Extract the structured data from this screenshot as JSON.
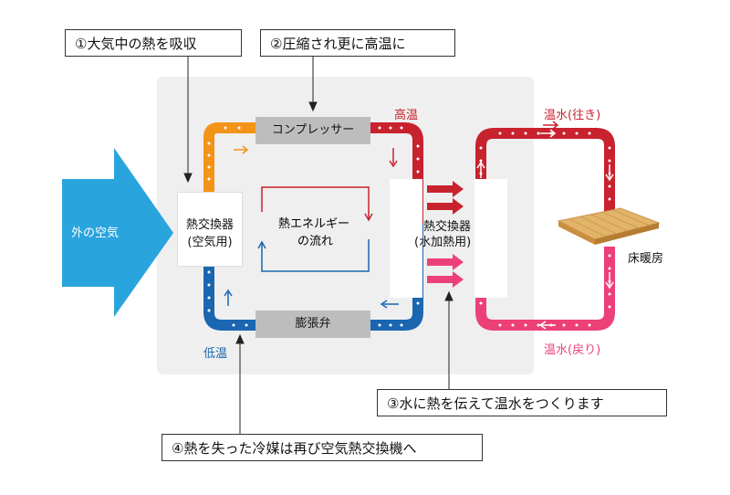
{
  "callouts": {
    "step1": "①大気中の熱を吸収",
    "step2": "②圧縮され更に高温に",
    "step3": "③水に熱を伝えて温水をつくります",
    "step4": "④熱を失った冷媒は再び空気熱交換機へ"
  },
  "labels": {
    "outside_air": "外の空気",
    "air_hx_line1": "熱交換器",
    "air_hx_line2": "(空気用)",
    "compressor": "コンプレッサー",
    "expansion_valve": "膨張弁",
    "heat_flow_line1": "熱エネルギー",
    "heat_flow_line2": "の流れ",
    "high_temp": "高温",
    "low_temp": "低温",
    "water_hx_line1": "熱交換器",
    "water_hx_line2": "(水加熱用)",
    "hot_water_out": "温水(往き)",
    "hot_water_return": "温水(戻り)",
    "floor_heating": "床暖房"
  },
  "colors": {
    "panel_bg": "#efefef",
    "outside_air_arrow": "#2aa4dd",
    "hot_refrigerant": "#c8222e",
    "cold_refrigerant": "#1b66b0",
    "warm_refrigerant": "#f39419",
    "return_water": "#ec4178",
    "component_box": "#bdbdbd",
    "floor_wood": "#e2b46a"
  }
}
